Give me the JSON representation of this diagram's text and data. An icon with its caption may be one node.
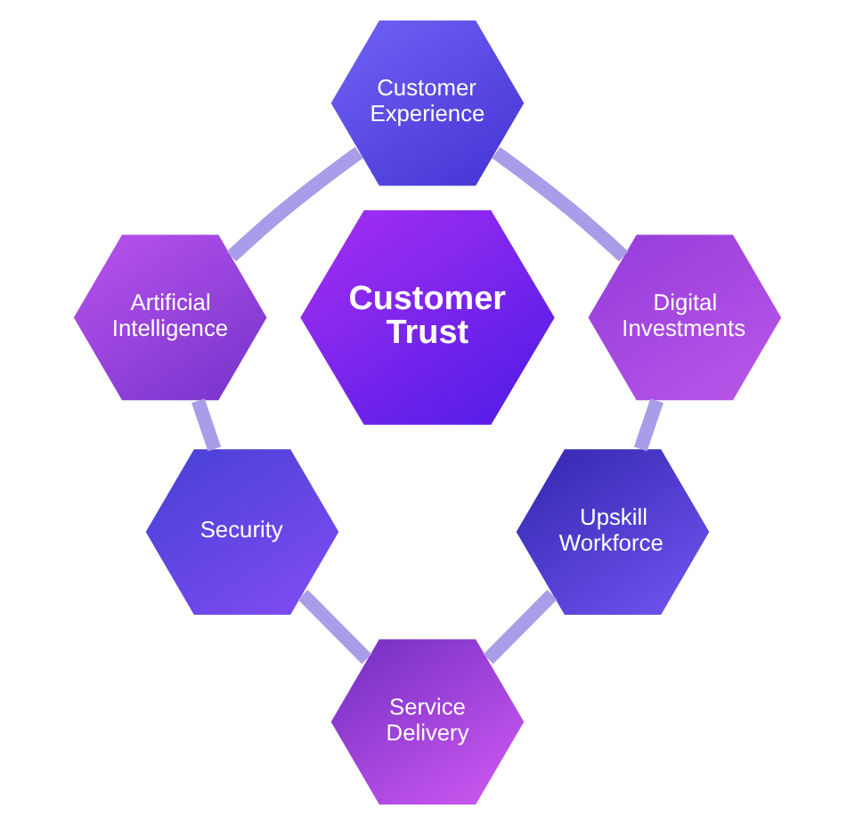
{
  "diagram": {
    "nodes": [
      {
        "text": [
          "Customer Experience"
        ]
      },
      {
        "text": [
          "Artificial Intelligence"
        ]
      },
      {
        "text": [
          "Digital Investments"
        ]
      },
      {
        "text": [
          "Customer Trust"
        ]
      },
      {
        "text": [
          "Security"
        ]
      },
      {
        "text": [
          "Upskill Workforce"
        ]
      },
      {
        "text": [
          "Service Delivery"
        ]
      }
    ],
    "edges": [
      {
        "from": 0,
        "to": 2,
        "arrow": "none"
      },
      {
        "from": 2,
        "to": 5,
        "arrow": "none"
      },
      {
        "from": 5,
        "to": 6,
        "arrow": "none"
      },
      {
        "from": 4,
        "to": 6,
        "arrow": "none"
      },
      {
        "from": 1,
        "to": 4,
        "arrow": "none"
      },
      {
        "from": 0,
        "to": 1,
        "arrow": "none"
      }
    ]
  }
}
